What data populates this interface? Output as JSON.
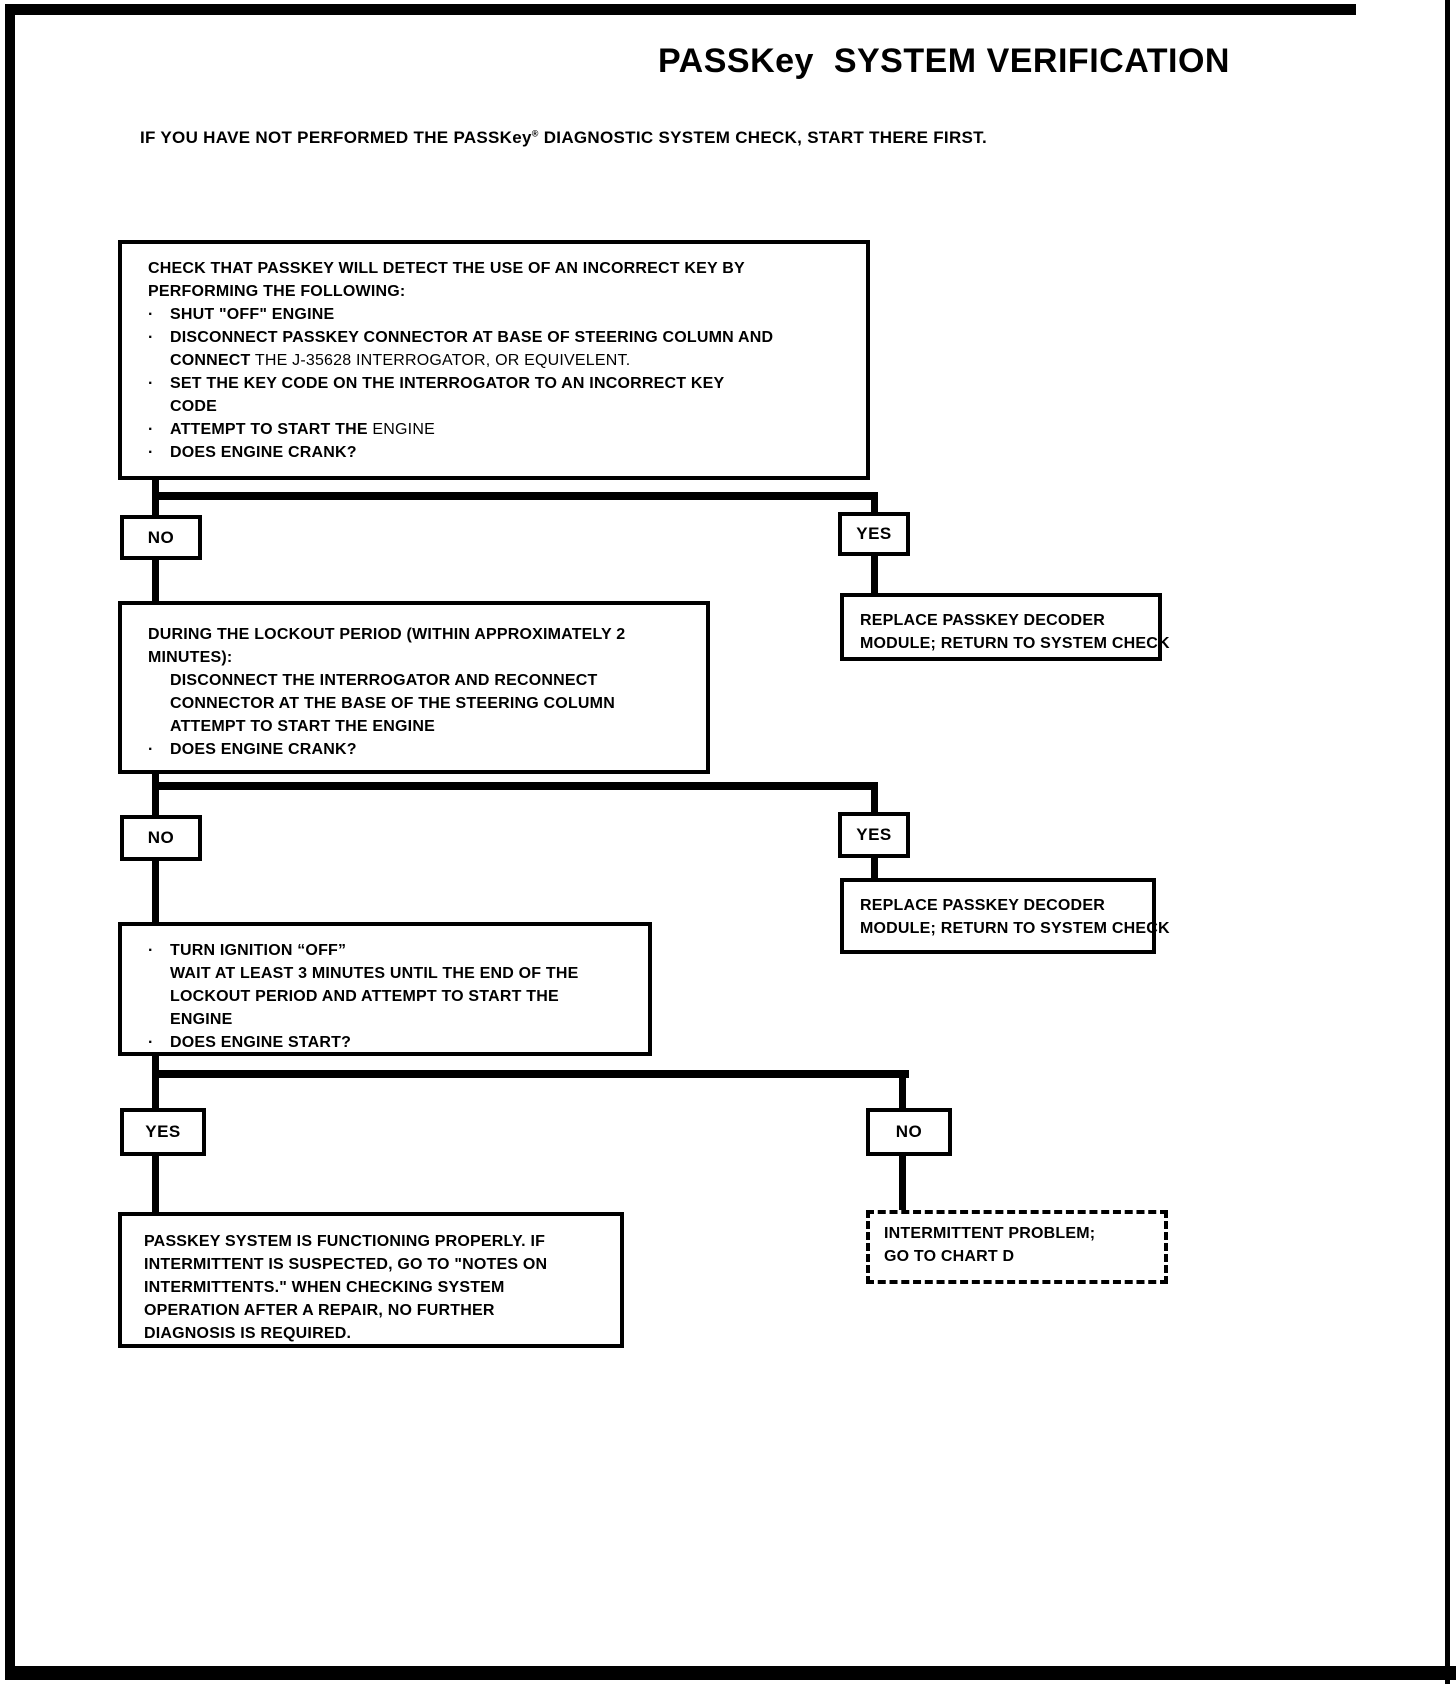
{
  "colors": {
    "ink": "#000000",
    "paper": "#ffffff"
  },
  "ui": {
    "bullet": "·"
  },
  "header": {
    "title": "PASSKey  SYSTEM VERIFICATION",
    "intro_pre": "IF YOU HAVE NOT PERFORMED THE PASSKey",
    "intro_mark": "®",
    "intro_post": " DIAGNOSTIC SYSTEM CHECK, START THERE FIRST."
  },
  "decisions": {
    "d1_left": "NO",
    "d1_right": "YES",
    "d2_left": "NO",
    "d2_right": "YES",
    "d3_left": "YES",
    "d3_right": "NO"
  },
  "boxes": {
    "check_key": {
      "l1": "CHECK THAT PASSKEY WILL DETECT THE USE OF AN INCORRECT KEY BY",
      "l2": "PERFORMING THE FOLLOWING:",
      "b1": "SHUT \"OFF\" ENGINE",
      "b2": "DISCONNECT PASSKEY CONNECTOR AT BASE OF STEERING COLUMN AND",
      "b2cont_strong": "CONNECT",
      "b2cont_rest": " THE J-35628 INTERROGATOR, OR EQUIVELENT.",
      "b3": "SET THE KEY CODE ON THE INTERROGATOR TO AN INCORRECT KEY",
      "b3cont": "CODE",
      "b4_strong": "ATTEMPT TO START THE",
      "b4_rest": " ENGINE",
      "b5": "DOES ENGINE CRANK?"
    },
    "lockout": {
      "l1": "DURING THE LOCKOUT PERIOD (WITHIN APPROXIMATELY 2",
      "l2": "MINUTES):",
      "s1": "DISCONNECT THE INTERROGATOR AND RECONNECT",
      "s2": "CONNECTOR AT THE BASE OF THE STEERING COLUMN",
      "s3": "ATTEMPT TO START THE ENGINE",
      "s4": "DOES ENGINE CRANK?"
    },
    "replace1": {
      "l1": "REPLACE PASSKEY DECODER",
      "l2": "MODULE; RETURN TO SYSTEM CHECK"
    },
    "replace2": {
      "l1": "REPLACE PASSKEY DECODER",
      "l2": "MODULE; RETURN TO SYSTEM CHECK"
    },
    "ignition_off": {
      "b1": "TURN IGNITION “OFF”",
      "s1": "WAIT AT LEAST 3 MINUTES UNTIL THE END OF THE",
      "s2": "LOCKOUT PERIOD AND ATTEMPT TO START THE",
      "s3": "ENGINE",
      "b2": "DOES ENGINE START?"
    },
    "functioning": {
      "l1": "PASSKEY SYSTEM IS FUNCTIONING PROPERLY. IF",
      "l2": "INTERMITTENT IS SUSPECTED, GO TO \"NOTES ON",
      "l3": "INTERMITTENTS.\" WHEN CHECKING SYSTEM",
      "l4": "OPERATION AFTER A REPAIR, NO FURTHER",
      "l5": "DIAGNOSIS IS REQUIRED."
    },
    "intermittent": {
      "l1": "INTERMITTENT PROBLEM;",
      "l2": "GO TO CHART D"
    }
  }
}
